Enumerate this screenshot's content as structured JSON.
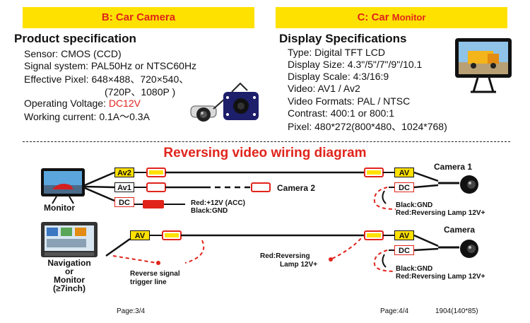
{
  "header_left": {
    "prefix": "B: ",
    "title": "Car Camera"
  },
  "header_right": {
    "prefix": "C: ",
    "title": "Car",
    "title_small": "Monitor"
  },
  "product_spec": {
    "title": "Product specification",
    "lines": [
      "Sensor: CMOS (CCD)",
      "Signal system: PAL50Hz or NTSC60Hz",
      "Effective Pixel: 648×488、720×540、",
      "(720P、1080P )"
    ],
    "voltage_label": "Operating Voltage: ",
    "voltage_value": "DC12V",
    "current": "Working current: 0.1A～0.3A"
  },
  "display_spec": {
    "title": "Display Specifications",
    "lines": [
      "Type: Digital TFT LCD",
      "Display Size: 4.3\"/5\"/7\"/9\"/10.1",
      "Display Scale: 4:3/16:9",
      "Video: AV1 / Av2",
      "Video Formats: PAL / NTSC",
      "Contrast: 400:1 or 800:1",
      "Pixel: 480*272(800*480、1024*768)"
    ]
  },
  "diagram": {
    "title": "Reversing video wiring diagram",
    "top": {
      "monitor_label": "Monitor",
      "tags": {
        "av2": "Av2",
        "av1": "Av1",
        "dc": "DC",
        "cam_av": "AV",
        "cam_dc": "DC"
      },
      "camera2_label": "Camera 2",
      "power_label_1": "Red:+12V (ACC)",
      "power_label_2": "Black:GND",
      "camera1_label": "Camera 1",
      "cam_power_1": "Black:GND",
      "cam_power_2": "Red:Reversing Lamp  12V+"
    },
    "bottom": {
      "nav_label_1": "Navigation",
      "nav_label_2": "or",
      "nav_label_3": "Monitor",
      "nav_label_4": "(≥7inch)",
      "tags": {
        "av": "AV",
        "cam_av": "AV",
        "cam_dc": "DC"
      },
      "trigger_1": "Reverse signal",
      "trigger_2": "trigger line",
      "reversing_1": "Red:Reversing",
      "reversing_2": "Lamp  12V+",
      "camera_label": "Camera",
      "cam_power_1": "Black:GND",
      "cam_power_2": "Red:Reversing Lamp  12V+"
    }
  },
  "footer": {
    "page_left": "Page:3/4",
    "page_right": "Page:4/4",
    "code": "1904(140*85)"
  },
  "colors": {
    "accent_yellow": "#ffe100",
    "accent_red": "#e0241b",
    "connector_red": "#e0241b",
    "wire": "#111111"
  }
}
